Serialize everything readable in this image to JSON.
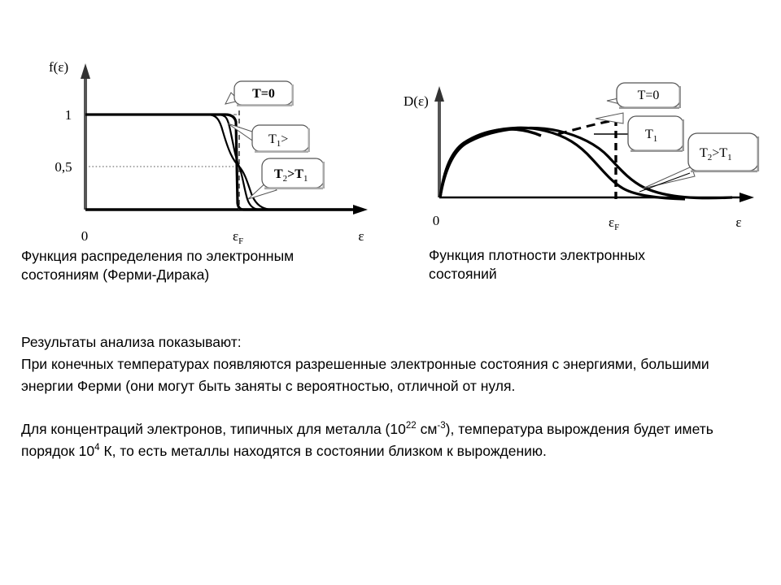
{
  "slide": {
    "background_color": "#ffffff",
    "text_color": "#000000"
  },
  "figures": {
    "left": {
      "caption": "Функция распределения по электронным\n состояниям (Ферми-Дирака)",
      "y_axis_label": "f(ε)",
      "x_axis_label": "ε",
      "origin_label": "0",
      "y_ticks": [
        "1",
        "0,5"
      ],
      "x_ticks": [
        "εF"
      ],
      "fermi_tick_base": "ε",
      "fermi_tick_sub": "F",
      "callouts": [
        {
          "label": "T=0",
          "bold": true
        },
        {
          "label": "T1>",
          "base": "T",
          "sub": "1",
          "tail": ">",
          "bold": false
        },
        {
          "label": "T2>T1",
          "base": "T",
          "sub": "2",
          "mid": ">T",
          "sub2": "1",
          "bold": true
        }
      ]
    },
    "right": {
      "caption": "Функция плотности электронных\nсостояний",
      "y_axis_label": "D(ε)",
      "x_axis_label": "ε",
      "origin_label": "0",
      "x_ticks": [
        "εF"
      ],
      "fermi_tick_base": "ε",
      "fermi_tick_sub": "F",
      "callouts": [
        {
          "label": "T=0",
          "bold": false
        },
        {
          "label": "T1",
          "base": "T",
          "sub": "1",
          "bold": false
        },
        {
          "label": "T2>T1",
          "base": "T",
          "sub": "2",
          "mid": ">T",
          "sub2": "1",
          "bold": false
        }
      ]
    }
  },
  "body": {
    "heading": "Результаты анализа показывают:",
    "paragraph1": "При конечных температурах появляются разрешенные электронные состояния с энергиями, большими энергии Ферми (они могут быть заняты с вероятностью, отличной от нуля.",
    "paragraph2_part1": "Для концентраций электронов, типичных для металла (10",
    "paragraph2_sup1": "22",
    "paragraph2_part2": " см",
    "paragraph2_sup2": "-3",
    "paragraph2_part3": "), температура вырождения будет иметь порядок 10",
    "paragraph2_sup3": "4",
    "paragraph2_part4": " К, то есть металлы находятся в состоянии близком к вырождению."
  },
  "chart_data": [
    {
      "type": "line",
      "title": "Функция распределения по электронным состояниям (Ферми-Дирака)",
      "xlabel": "ε",
      "ylabel": "f(ε)",
      "xlim": [
        0,
        1
      ],
      "ylim": [
        0,
        1.1
      ],
      "grid": false,
      "yticks": [
        0,
        0.5,
        1
      ],
      "ytick_labels": [
        "0",
        "0,5",
        "1"
      ],
      "xticks": [
        0,
        0.62
      ],
      "xtick_labels": [
        "0",
        "εF"
      ],
      "reference_lines": [
        {
          "name": "fermi-level-dashed",
          "orientation": "vertical",
          "x": 0.62,
          "style": "dashed"
        },
        {
          "name": "half-occupancy-dotted",
          "orientation": "horizontal",
          "y": 0.5,
          "style": "dotted"
        },
        {
          "name": "unity-dashed",
          "orientation": "horizontal",
          "y": 1.0,
          "style": "dashed"
        }
      ],
      "series": [
        {
          "name": "T=0",
          "note": "step function: f=1 for ε<εF, f=0 for ε>εF"
        },
        {
          "name": "T1",
          "note": "Fermi-Dirac sigmoid, narrow smearing, f(εF)=0.5"
        },
        {
          "name": "T2>T1",
          "note": "Fermi-Dirac sigmoid, broader smearing, f(εF)=0.5"
        }
      ],
      "annotations": [
        "T=0",
        "T1>",
        "T2>T1"
      ]
    },
    {
      "type": "line",
      "title": "Функция плотности электронных состояний",
      "xlabel": "ε",
      "ylabel": "D(ε)",
      "xlim": [
        0,
        1
      ],
      "ylim": [
        0,
        1.1
      ],
      "grid": false,
      "xticks": [
        0,
        0.62
      ],
      "xtick_labels": [
        "0",
        "εF"
      ],
      "reference_lines": [
        {
          "name": "fermi-level-dashed",
          "orientation": "vertical",
          "x": 0.62,
          "style": "dashed"
        },
        {
          "name": "sqrt-envelope-dashed",
          "orientation": "curve",
          "style": "dashed"
        }
      ],
      "series": [
        {
          "name": "T=0",
          "note": "sqrt(ε) density cut off sharply at εF"
        },
        {
          "name": "T1",
          "note": "sqrt(ε) density with thermal tail beyond εF"
        },
        {
          "name": "T2>T1",
          "note": "sqrt(ε) density with broader thermal tail beyond εF"
        }
      ],
      "annotations": [
        "T=0",
        "T1",
        "T2>T1"
      ]
    }
  ]
}
